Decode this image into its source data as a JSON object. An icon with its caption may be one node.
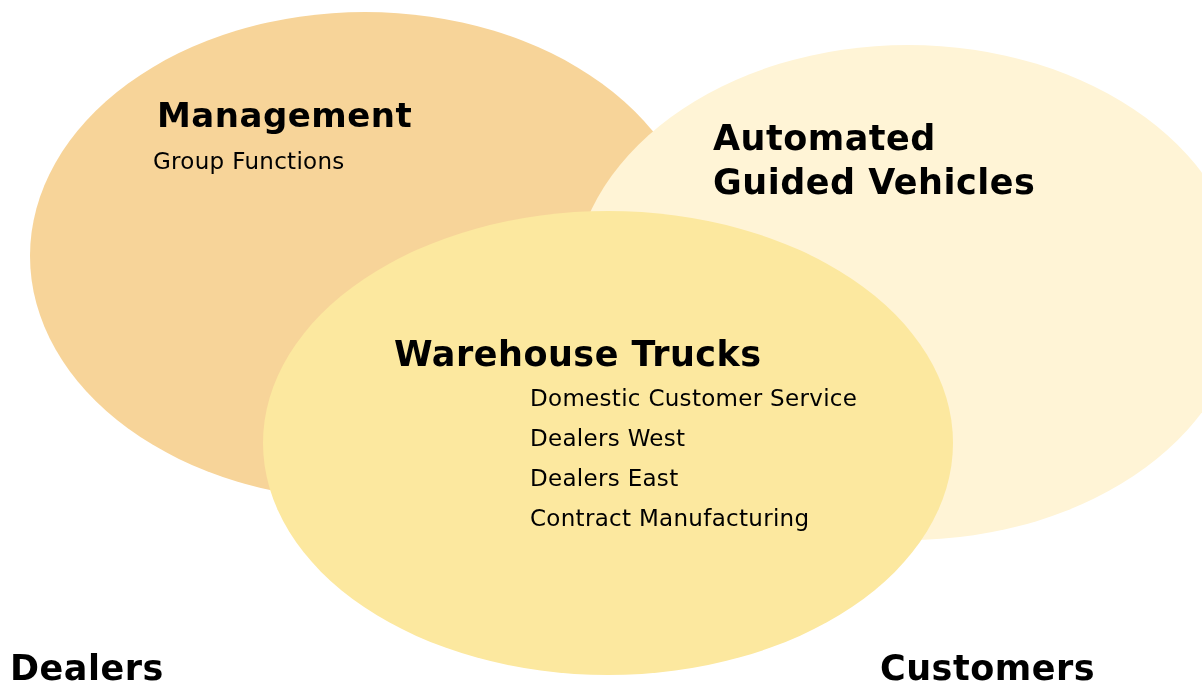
{
  "diagram": {
    "nodes": [
      {
        "text": [
          "Management",
          "Group Functions"
        ]
      },
      {
        "text": [
          "Automated Guided Vehicles"
        ]
      },
      {
        "text": [
          "Warehouse Trucks",
          "Domestic Customer Service",
          "Dealers West",
          "Dealers East",
          "Contract Manufacturing"
        ]
      }
    ],
    "labels": [
      "Dealers",
      "Customers"
    ]
  }
}
